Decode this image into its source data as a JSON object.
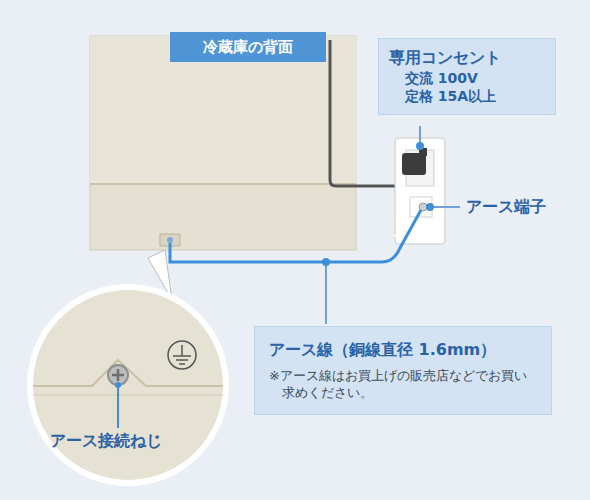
{
  "diagram": {
    "nodes": [
      {
        "text": [
          "冷蔵庫の背面"
        ]
      },
      {
        "text": [
          "専用コンセント",
          "交流 100V",
          "定格 15A以上"
        ]
      },
      {
        "text": [
          "アース線（銅線直径 1.6mm）",
          "※アース線はお買上げの販売店などでお買い求めください。"
        ]
      }
    ],
    "labels": [
      "アース端子",
      "アース接続ねじ"
    ]
  }
}
